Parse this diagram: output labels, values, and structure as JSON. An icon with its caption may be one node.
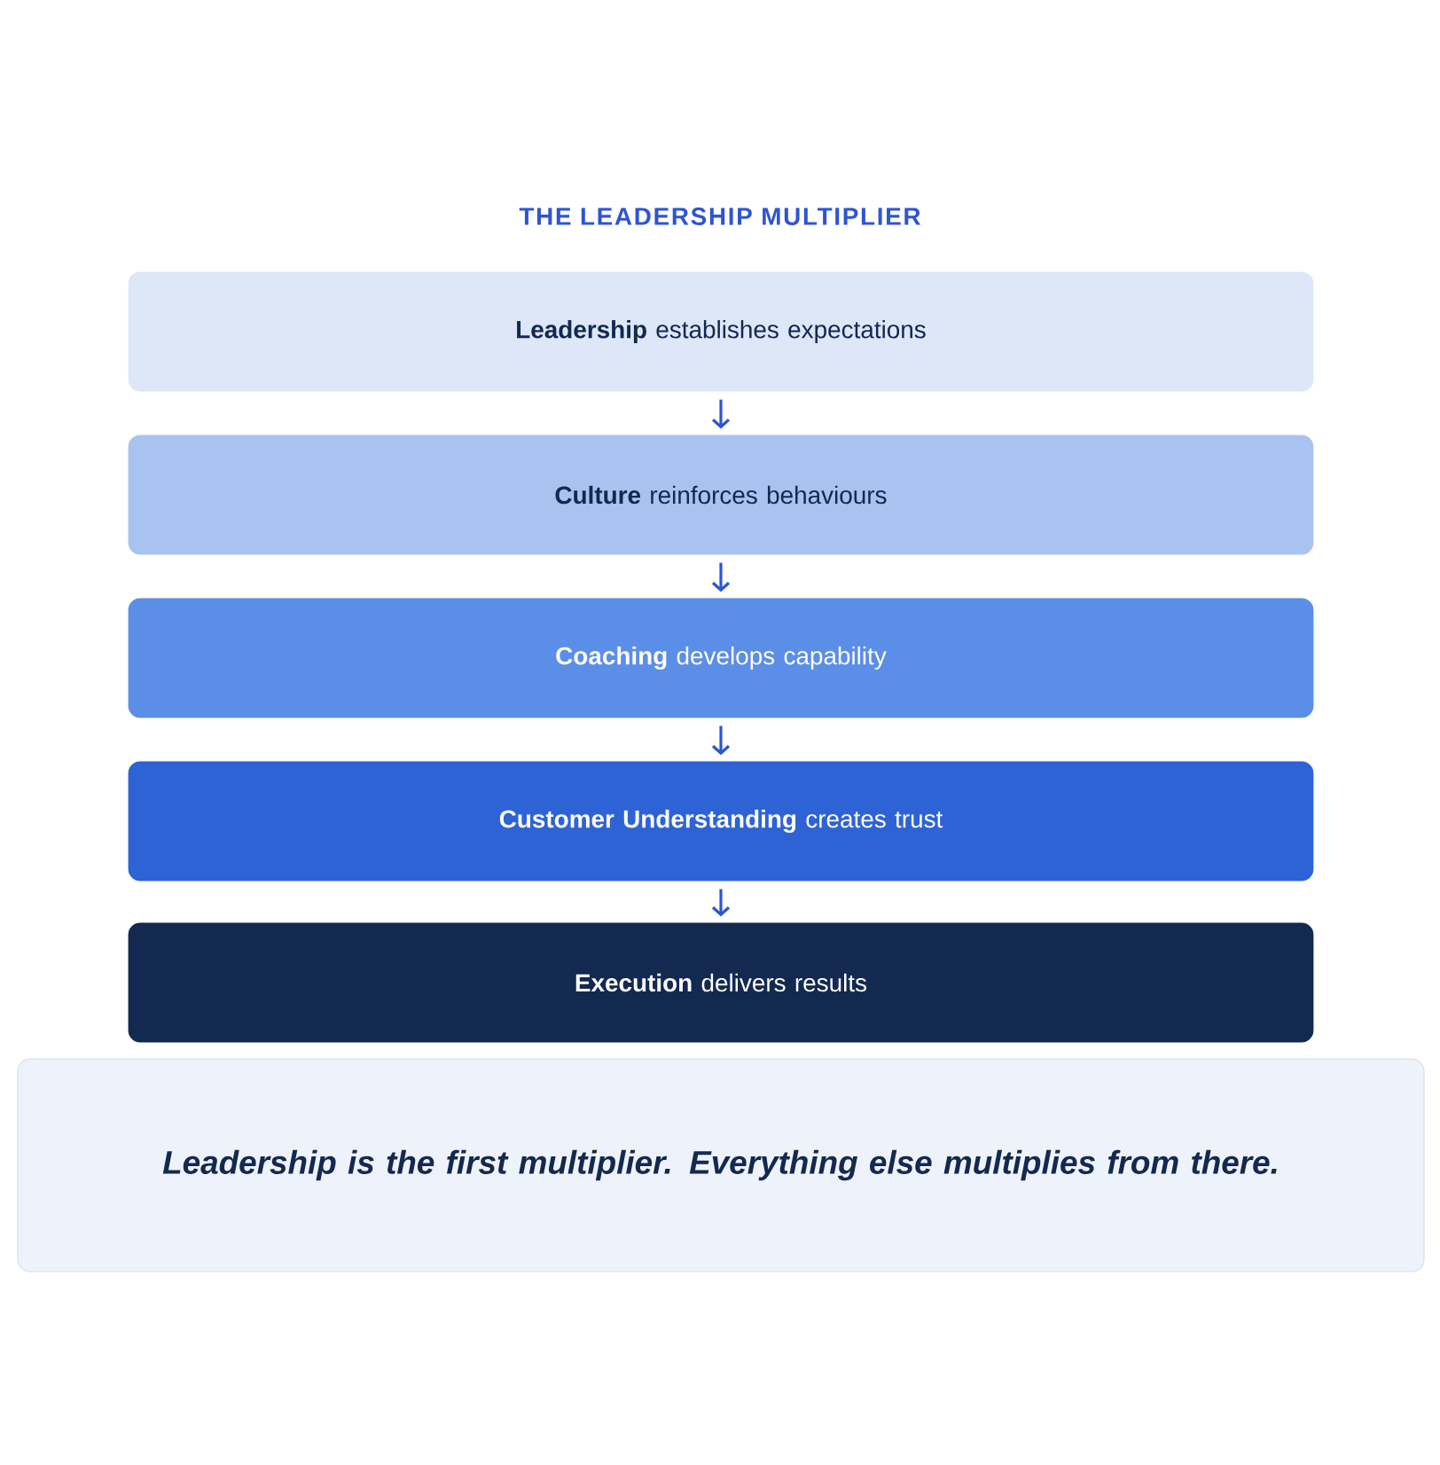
{
  "diagram": {
    "title": "THE LEADERSHIP MULTIPLIER",
    "nodes": [
      {
        "text": [
          "**Leadership** establishes expectations"
        ]
      },
      {
        "text": [
          "**Culture** reinforces behaviours"
        ]
      },
      {
        "text": [
          "**Coaching** develops capability"
        ]
      },
      {
        "text": [
          "**Customer Understanding** creates trust"
        ]
      },
      {
        "text": [
          "**Execution** delivers results"
        ]
      },
      {
        "text": [
          "Leadership is the first multiplier. Everything else multiplies from there."
        ]
      }
    ],
    "edges": [
      {
        "from": 0,
        "to": 1,
        "arrow": "to"
      },
      {
        "from": 1,
        "to": 2,
        "arrow": "to"
      },
      {
        "from": 2,
        "to": 3,
        "arrow": "to"
      },
      {
        "from": 3,
        "to": 4,
        "arrow": "to"
      }
    ]
  }
}
